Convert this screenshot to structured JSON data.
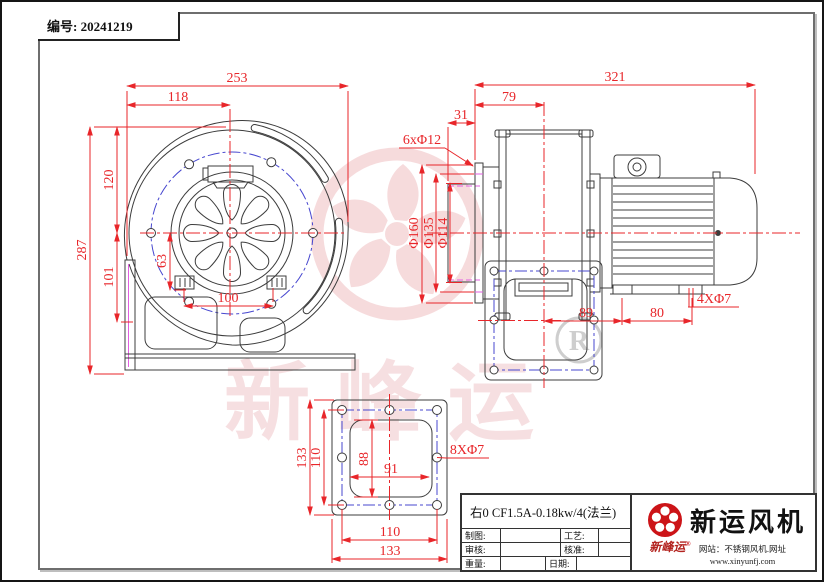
{
  "doc_number": "编号: 20241219",
  "front_view": {
    "dims": {
      "total_width": "253",
      "center_offset": "118",
      "total_height": "287",
      "center_to_top": "120",
      "center_to_base": "101",
      "center_to_feet": "63",
      "feet_span": "100"
    }
  },
  "side_view": {
    "dims": {
      "total_length": "321",
      "flange_to_outlet_center": "79",
      "inlet_depth": "31",
      "inlet_bolt_holes": "6xΦ12",
      "flange_od": "Φ160",
      "bolt_circle_d": "Φ135",
      "inlet_d": "Φ114",
      "outlet_center_to_foot": "89",
      "foot_spacing": "80",
      "foot_holes": "4XΦ7"
    }
  },
  "outlet_flange_view": {
    "dims": {
      "outer_height": "133",
      "bolt_spacing_v": "110",
      "opening_height": "88",
      "opening_width": "91",
      "bolt_holes": "8XΦ7",
      "bolt_spacing_h": "110",
      "outer_width": "133"
    }
  },
  "title_block": {
    "product_name": "右0 CF1.5A-0.18kw/4(法兰)",
    "labels": {
      "draft": "制图:",
      "audit": "审核:",
      "weight": "重量:",
      "process": "工艺:",
      "approve": "核准:",
      "date": "日期:"
    },
    "brand_name": "新运风机",
    "logo_text": "新峰运",
    "registered_mark": "®",
    "website_label": "网站：不锈钢风机.网址",
    "website_url": "www.xinyunfj.com"
  },
  "watermark": {
    "brand_script": "新峰运",
    "registered": "R"
  },
  "colors": {
    "dimension_red": "#e8262a",
    "bolt_circle_blue": "#4747cf",
    "flange_magenta": "#e25fe2",
    "line_dark": "#3c3c3c",
    "logo_red": "#cc1418",
    "watermark_pink": "#f0bec1"
  }
}
